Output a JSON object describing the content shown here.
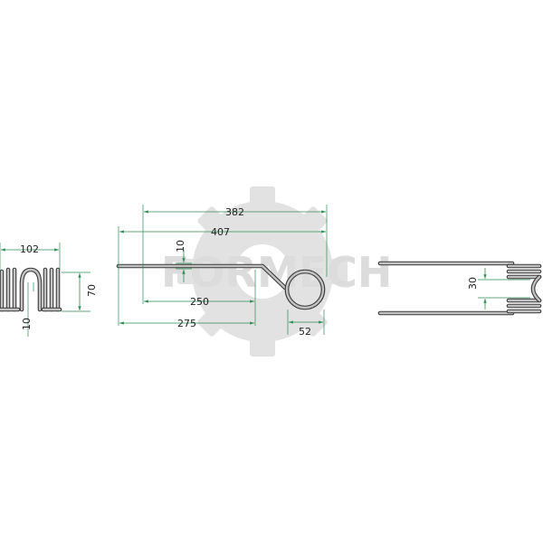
{
  "watermark": {
    "text": "FORMECH",
    "icon": "gear-icon"
  },
  "colors": {
    "dimension_line": "#2e8b57",
    "wire_outline": "#3a3a3a",
    "wire_fill": "#c2c2c2",
    "watermark": "#dcdcdc"
  },
  "views": {
    "end_view": {
      "width_label": "102",
      "height_label": "70",
      "wire_label": "10"
    },
    "side_view": {
      "overall_label": "407",
      "eye_center_label": "382",
      "bend_label": "250",
      "bend_end_label": "275",
      "offset_label": "10",
      "eye_label": "52"
    },
    "top_view": {
      "gap_label": "30"
    }
  }
}
